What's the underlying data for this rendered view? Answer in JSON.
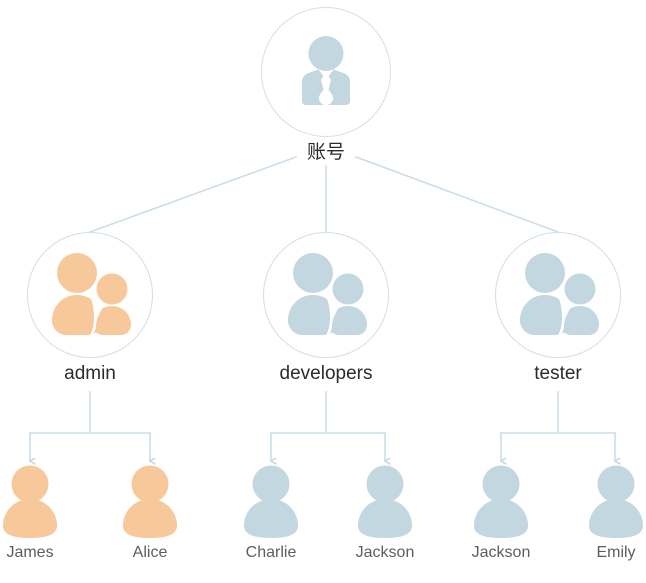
{
  "diagram": {
    "type": "organization-tree",
    "title_text": "账号",
    "colors": {
      "accent_orange": "#F6C89A",
      "accent_blue_gray": "#C3D7E0",
      "edge_line": "#CBDEE8",
      "circle_border": "#CFDFE7",
      "group_label_text": "#2B2B2B",
      "leaf_label_text": "#5D5D5D",
      "background": "#FFFFFF"
    },
    "root": {
      "label": "账号",
      "icon": "person-with-tie-icon",
      "color_key": "accent_blue_gray"
    },
    "groups": [
      {
        "label": "admin",
        "icon": "two-people-icon",
        "color_key": "accent_orange",
        "members": [
          {
            "label": "James",
            "icon": "person-icon",
            "color_key": "accent_orange"
          },
          {
            "label": "Alice",
            "icon": "person-icon",
            "color_key": "accent_orange"
          }
        ]
      },
      {
        "label": "developers",
        "icon": "two-people-icon",
        "color_key": "accent_blue_gray",
        "members": [
          {
            "label": "Charlie",
            "icon": "person-icon",
            "color_key": "accent_blue_gray"
          },
          {
            "label": "Jackson",
            "icon": "person-icon",
            "color_key": "accent_blue_gray"
          }
        ]
      },
      {
        "label": "tester",
        "icon": "two-people-icon",
        "color_key": "accent_blue_gray",
        "members": [
          {
            "label": "Jackson",
            "icon": "person-icon",
            "color_key": "accent_blue_gray"
          },
          {
            "label": "Emily",
            "icon": "person-icon",
            "color_key": "accent_blue_gray"
          }
        ]
      }
    ]
  }
}
